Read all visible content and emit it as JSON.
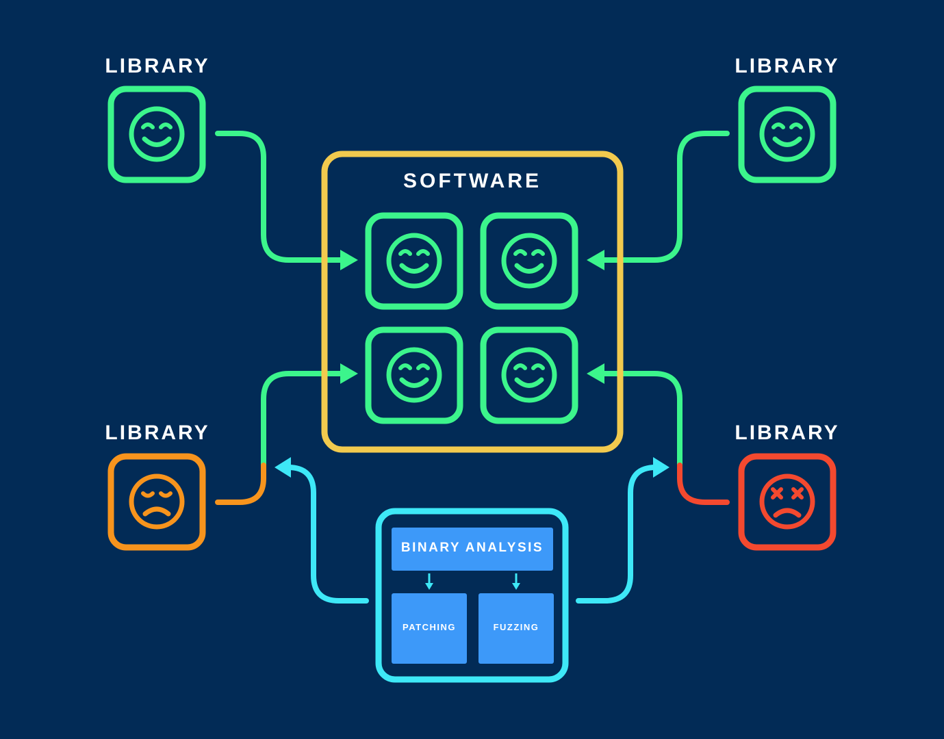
{
  "labels": {
    "library_top_left": "LIBRARY",
    "library_top_right": "LIBRARY",
    "library_bottom_left": "LIBRARY",
    "library_bottom_right": "LIBRARY",
    "software": "SOFTWARE",
    "binary_analysis": "BINARY ANALYSIS",
    "patching": "PATCHING",
    "fuzzing": "FUZZING"
  },
  "colors": {
    "background": "#022b56",
    "happy_green": "#3cf58c",
    "software_frame": "#f2ca4e",
    "warning_orange": "#f7941d",
    "danger_red": "#f4492f",
    "analysis_cyan": "#3ee8f7",
    "analysis_block": "#3d99f9",
    "text": "#ffffff"
  },
  "icons": {
    "library_top_left": "happy-face-icon",
    "library_top_right": "happy-face-icon",
    "library_bottom_left": "sad-face-icon",
    "library_bottom_right": "dead-face-icon",
    "software_components": "happy-face-icon"
  }
}
